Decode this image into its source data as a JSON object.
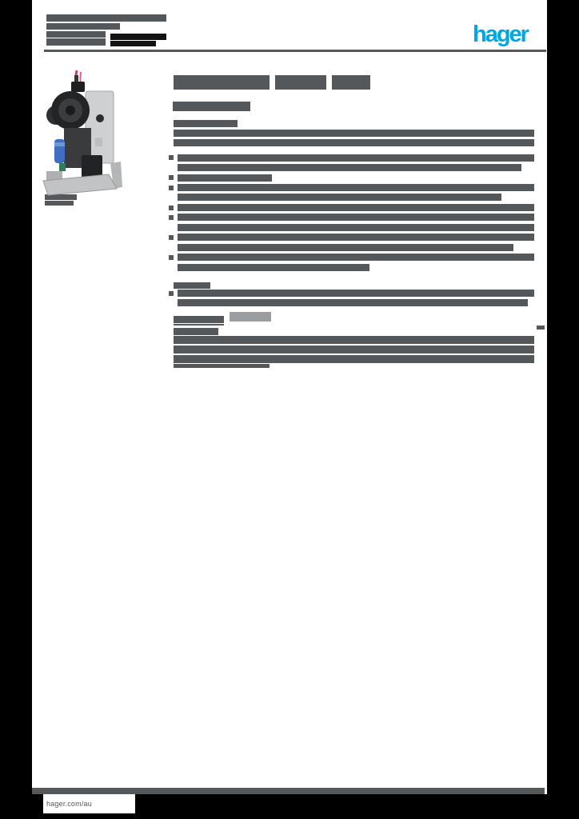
{
  "logo": {
    "text": "hager"
  },
  "footer": {
    "site": "hager.com/au"
  },
  "colors": {
    "accent": "#00a7e6",
    "gray": "#54585a",
    "black": "#131313",
    "light": "#9a9ea0",
    "mid": "#63676a"
  },
  "redacted": {
    "header_gray": [
      [
        58,
        18,
        150,
        9
      ],
      [
        58,
        29,
        92,
        8
      ],
      [
        58,
        39,
        74,
        8
      ],
      [
        58,
        48,
        74,
        9
      ]
    ],
    "header_black": [
      [
        138,
        42,
        70,
        8,
        "black"
      ],
      [
        138,
        51,
        57,
        7,
        "black"
      ]
    ],
    "title_words": [
      [
        217,
        94,
        120,
        18
      ],
      [
        344,
        94,
        64,
        18
      ],
      [
        415,
        94,
        48,
        18
      ]
    ],
    "section1_label": [
      [
        216,
        127,
        97,
        12
      ]
    ],
    "section1_paragraph": [
      [
        217,
        150,
        80,
        9
      ],
      [
        217,
        162,
        451,
        9
      ],
      [
        217,
        174,
        451,
        9
      ]
    ],
    "section1_bullets": [
      [
        211,
        194,
        6,
        6
      ],
      [
        211,
        219,
        6,
        6
      ],
      [
        211,
        232,
        6,
        6
      ],
      [
        211,
        257,
        6,
        6
      ],
      [
        211,
        269,
        6,
        6
      ],
      [
        211,
        294,
        6,
        6
      ],
      [
        211,
        319,
        6,
        6
      ]
    ],
    "section1_items": [
      [
        222,
        193,
        446,
        9
      ],
      [
        222,
        205,
        430,
        9
      ],
      [
        222,
        218,
        118,
        9
      ],
      [
        222,
        230,
        446,
        9
      ],
      [
        222,
        242,
        405,
        9
      ],
      [
        222,
        255,
        446,
        9
      ],
      [
        222,
        267,
        446,
        9
      ],
      [
        222,
        280,
        446,
        9
      ],
      [
        222,
        292,
        446,
        9
      ],
      [
        222,
        305,
        420,
        9
      ],
      [
        222,
        317,
        446,
        9
      ],
      [
        222,
        330,
        240,
        9
      ]
    ],
    "section2_label": [
      [
        217,
        353,
        46,
        8
      ]
    ],
    "section2_bullet": [
      [
        211,
        364,
        6,
        6
      ]
    ],
    "section2_lines": [
      [
        222,
        362,
        446,
        9
      ],
      [
        222,
        374,
        438,
        9
      ]
    ],
    "section3_label": [
      [
        217,
        395,
        63,
        9
      ],
      [
        217,
        405,
        63,
        2
      ]
    ],
    "section3_lightmark": [
      [
        287,
        390,
        52,
        12,
        "light"
      ]
    ],
    "section3_label2": [
      [
        217,
        410,
        56,
        9
      ]
    ],
    "section3_superscript": [
      [
        671,
        407,
        10,
        5
      ]
    ],
    "section3_lines": [
      [
        217,
        420,
        451,
        10
      ],
      [
        217,
        432,
        451,
        10
      ],
      [
        217,
        444,
        451,
        10
      ],
      [
        217,
        455,
        120,
        5
      ]
    ],
    "photo_caption": [
      [
        56,
        243,
        40,
        7
      ],
      [
        56,
        251,
        36,
        6
      ]
    ],
    "footer_center_text": [
      [
        317,
        995,
        100,
        10,
        "mid"
      ],
      [
        395,
        1006,
        16,
        5,
        "mid"
      ]
    ],
    "footer_right_text": [
      [
        627,
        995,
        50,
        10,
        "mid"
      ],
      [
        655,
        1007,
        22,
        5,
        "mid"
      ]
    ]
  }
}
